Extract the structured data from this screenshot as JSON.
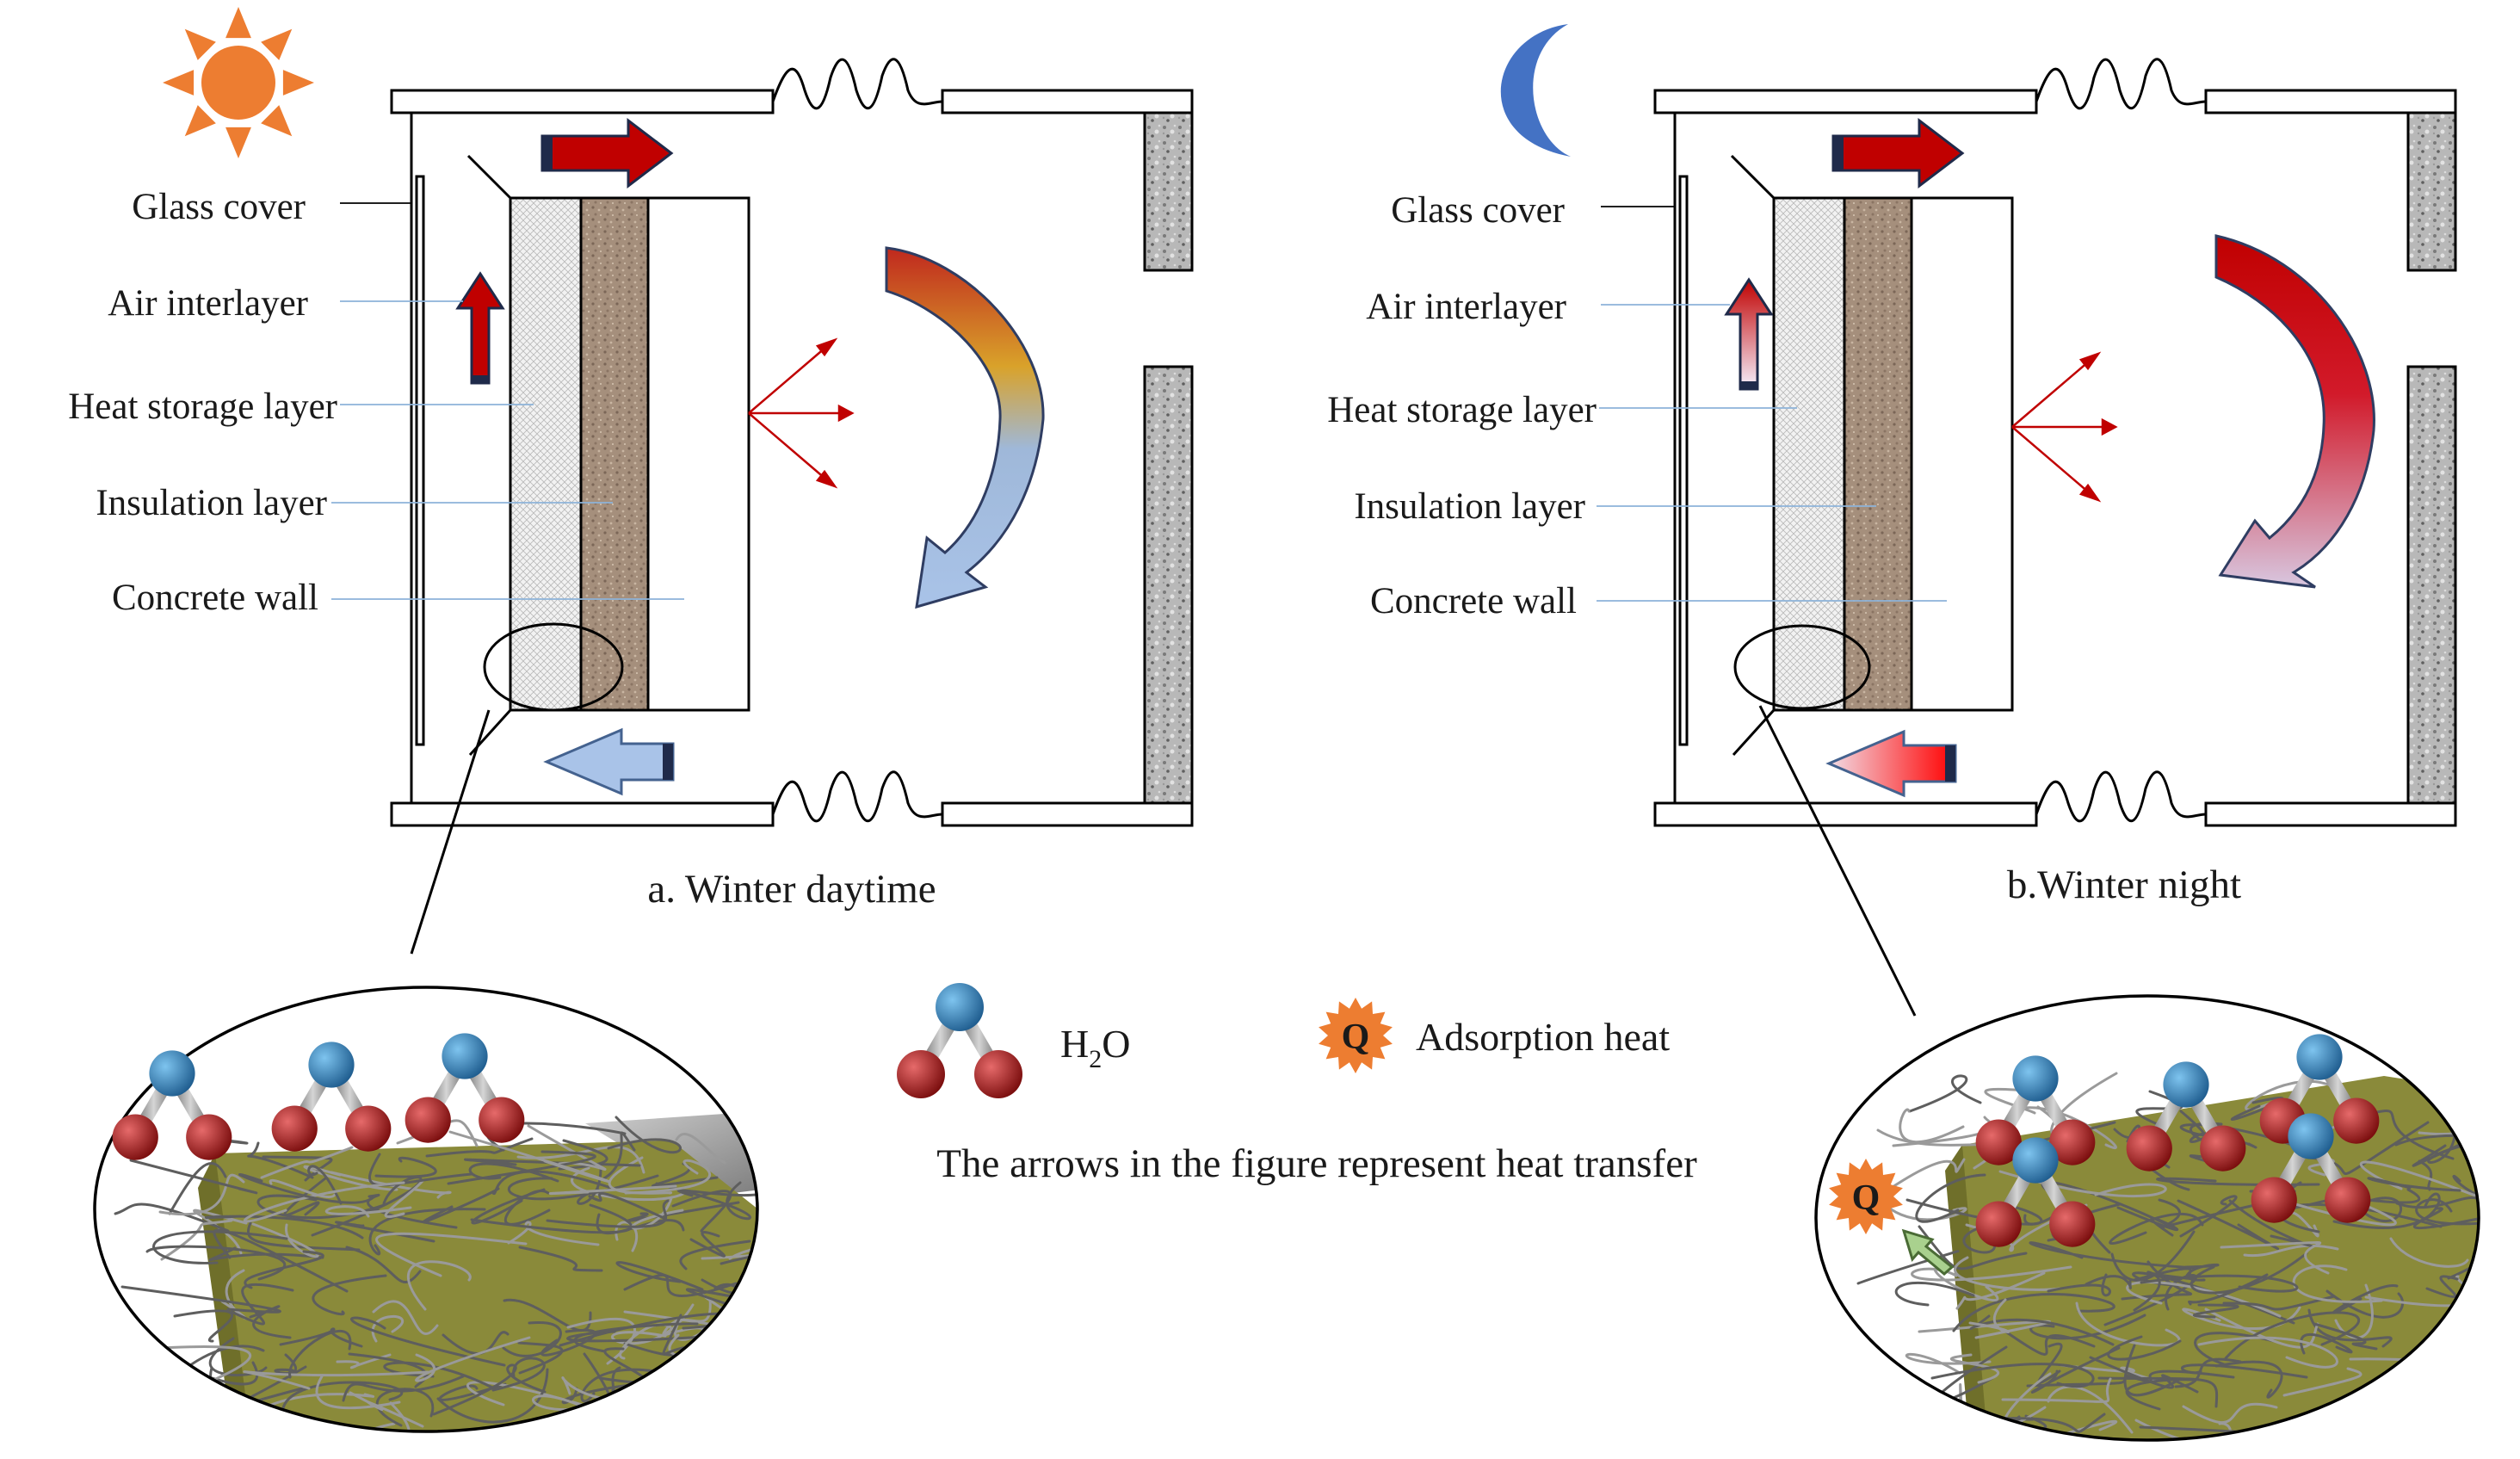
{
  "panels": [
    {
      "caption": "a. Winter daytime",
      "labels": [
        "Glass cover",
        "Air interlayer",
        "Heat storage layer",
        "Insulation layer",
        "Concrete wall"
      ],
      "sky_icon": "sun-icon"
    },
    {
      "caption": "b.Winter night",
      "labels": [
        "Glass cover",
        "Air interlayer",
        "Heat storage layer",
        "Insulation layer",
        "Concrete wall"
      ],
      "sky_icon": "moon-icon"
    }
  ],
  "legend": {
    "water_main": "H",
    "water_sub": "2",
    "water_end": "O",
    "heat_symbol": "Q",
    "heat_label": "Adsorption heat",
    "note": "The arrows in the figure represent heat transfer"
  },
  "colors": {
    "hot": "#c00000",
    "cool": "#a9c3e8",
    "sun": "#ed7d31",
    "moon": "#4472c4",
    "oxygen": "#a81818",
    "hydrogen": "#3a86c0",
    "storage": "#ececec",
    "insulation": "#a08a78",
    "fiber_base": "#8a8a3a"
  }
}
